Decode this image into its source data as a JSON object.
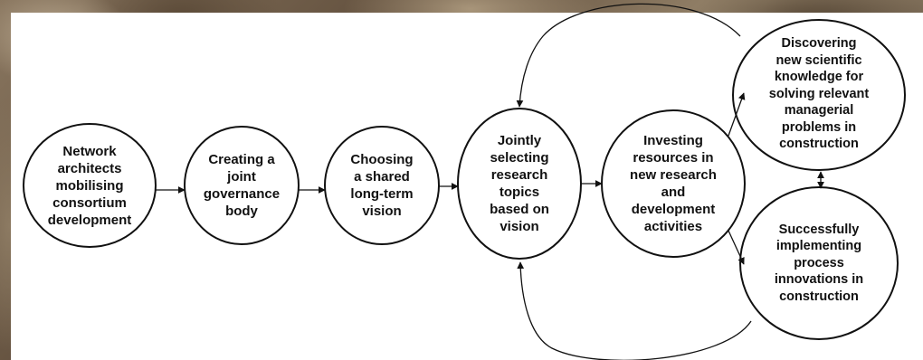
{
  "diagram": {
    "nodes": [
      {
        "id": "network-architects",
        "label": "Network\narchitects\nmobilising\nconsortium\ndevelopment"
      },
      {
        "id": "governance-body",
        "label": "Creating a\njoint\ngovernance\nbody"
      },
      {
        "id": "shared-vision",
        "label": "Choosing\na shared\nlong-term\nvision"
      },
      {
        "id": "research-topics",
        "label": "Jointly\nselecting\nresearch\ntopics\nbased on\nvision"
      },
      {
        "id": "investing-resources",
        "label": "Investing\nresources in\nnew research\nand\ndevelopment\nactivities"
      },
      {
        "id": "discovering-knowledge",
        "label": "Discovering\nnew scientific\nknowledge for\nsolving relevant\nmanagerial\nproblems in\nconstruction"
      },
      {
        "id": "implementing-innovations",
        "label": "Successfully\nimplementing\nprocess\ninnovations in\nconstruction"
      }
    ]
  },
  "colors": {
    "stroke": "#111111",
    "node_fill": "#ffffff",
    "text": "#111111"
  }
}
